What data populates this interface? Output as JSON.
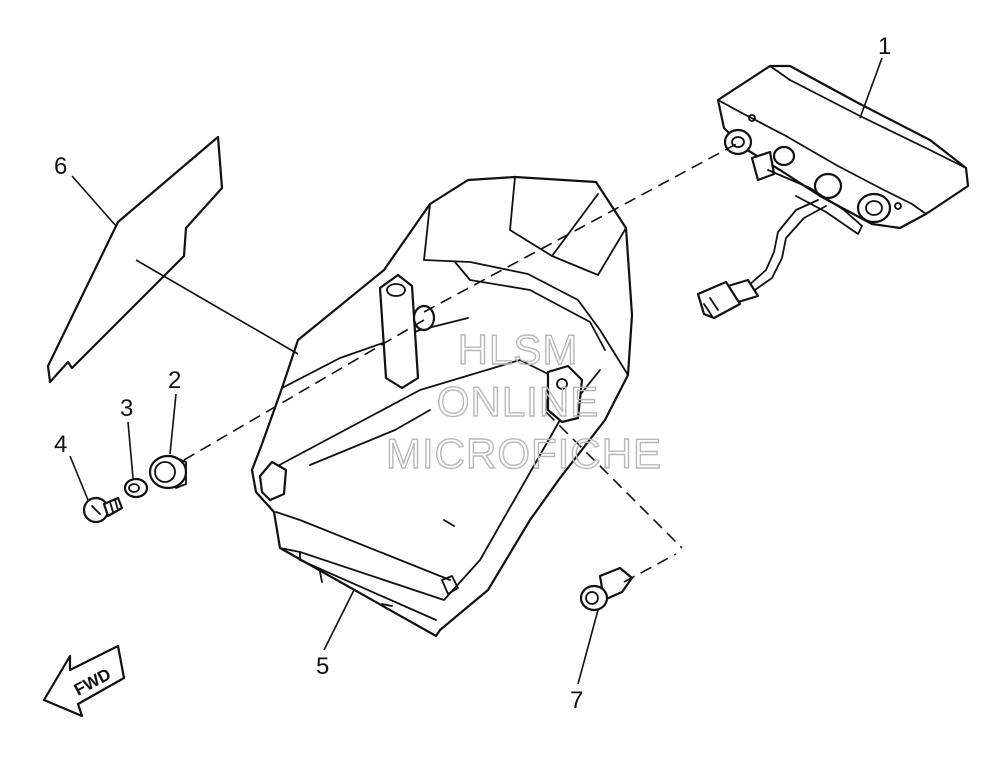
{
  "diagram": {
    "callouts": [
      {
        "id": "1",
        "label": "1"
      },
      {
        "id": "2",
        "label": "2"
      },
      {
        "id": "3",
        "label": "3"
      },
      {
        "id": "4",
        "label": "4"
      },
      {
        "id": "5",
        "label": "5"
      },
      {
        "id": "6",
        "label": "6"
      },
      {
        "id": "7",
        "label": "7"
      }
    ],
    "direction_arrow": {
      "label": "FWD"
    },
    "watermark": {
      "line1": "HLSM",
      "line2": "ONLINE",
      "line3": "MICROFICHE"
    }
  }
}
